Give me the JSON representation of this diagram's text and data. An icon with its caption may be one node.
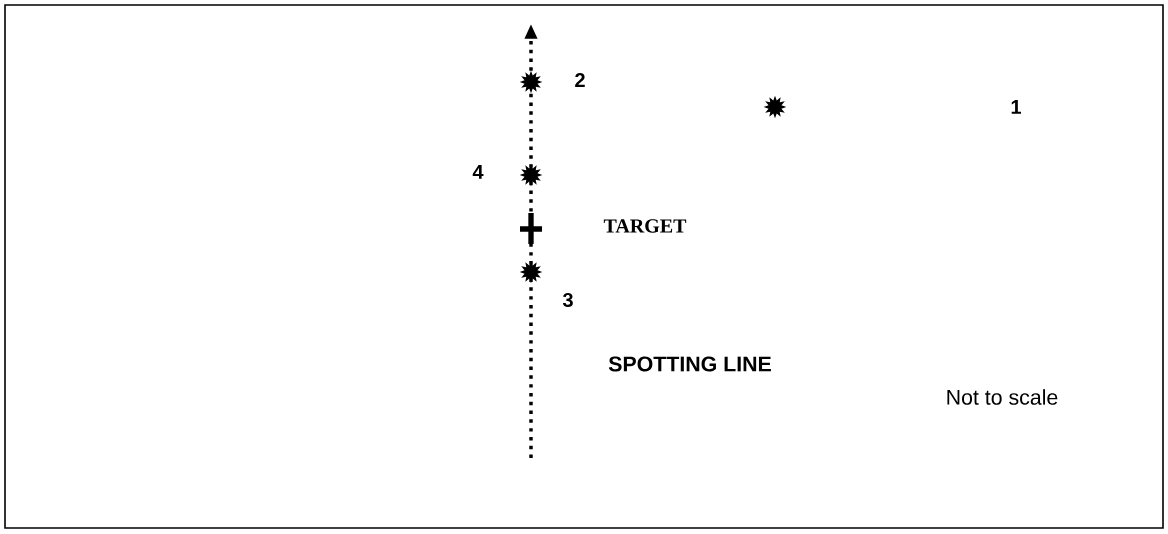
{
  "diagram": {
    "labels": [
      "2",
      "1",
      "4",
      "TARGET",
      "3",
      "SPOTTING LINE",
      "Not to scale"
    ]
  }
}
